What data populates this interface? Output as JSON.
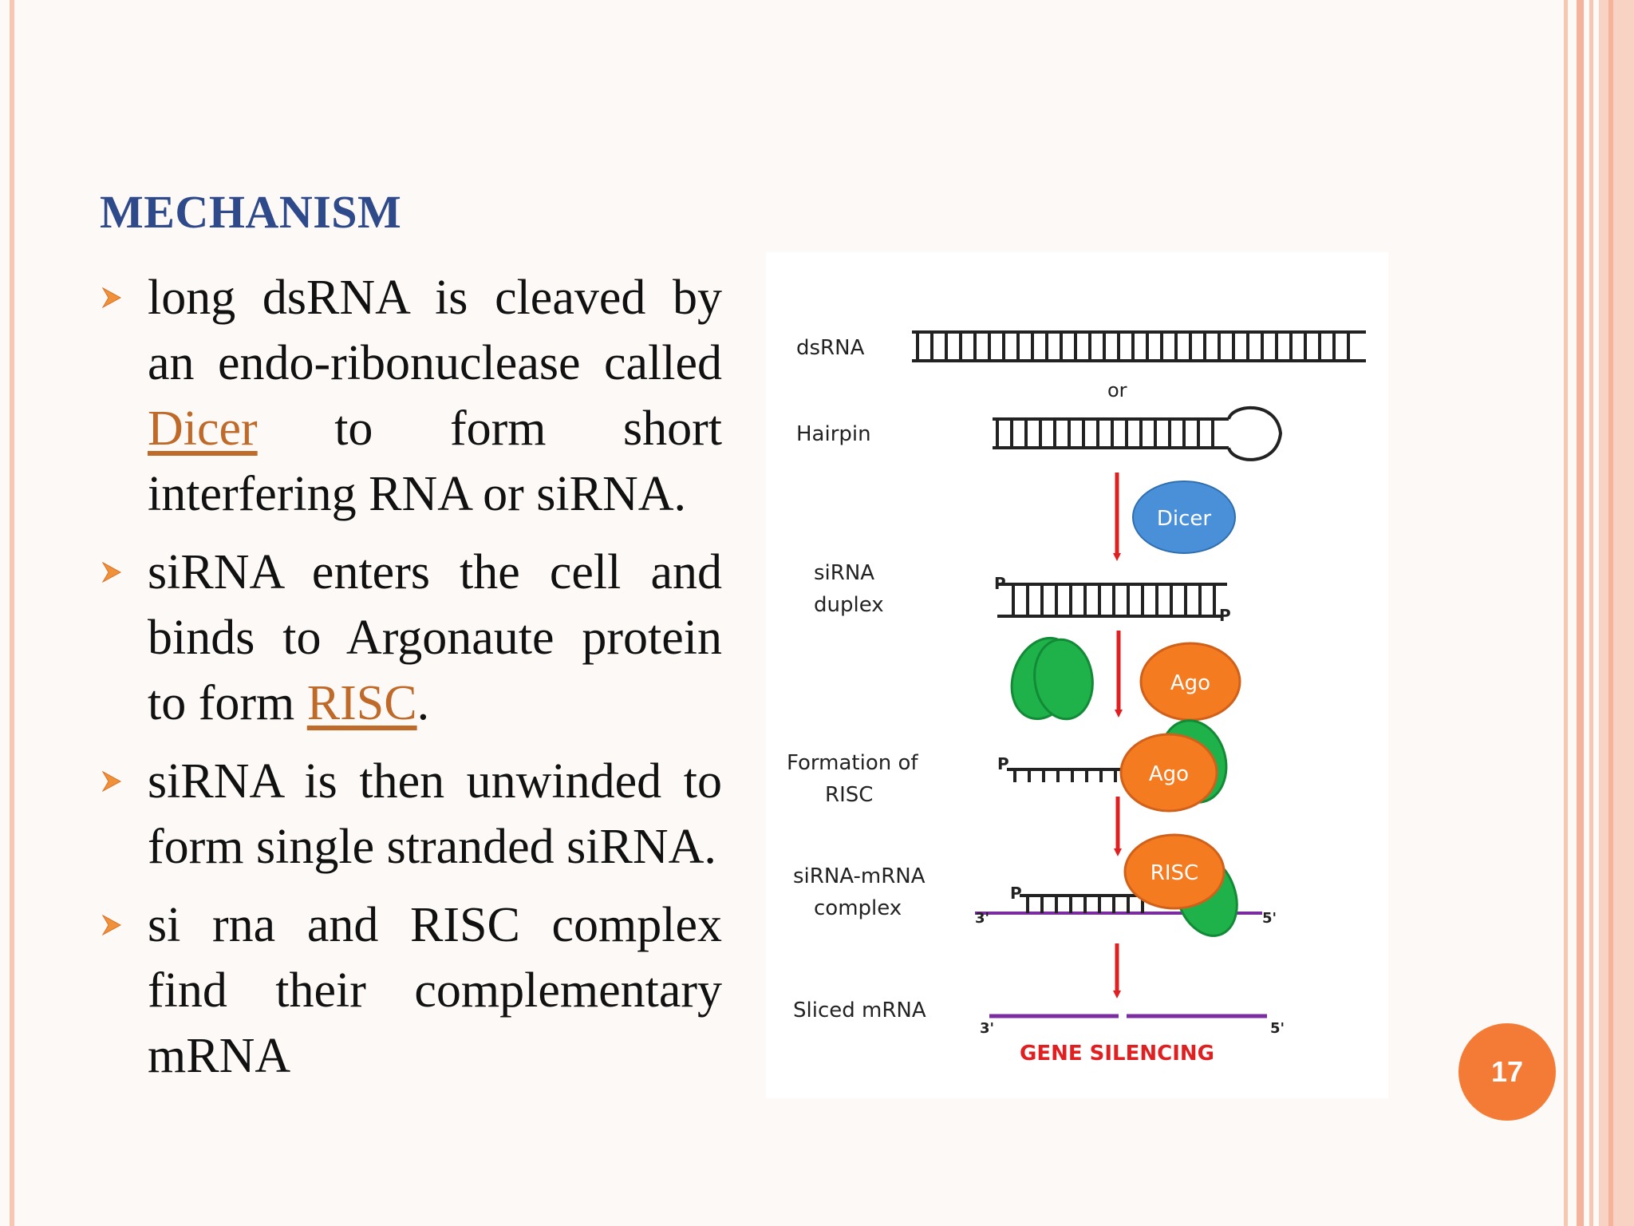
{
  "slide": {
    "title": "MECHANISM",
    "page_number": "17"
  },
  "bullets": [
    {
      "before": "long dsRNA is cleaved by an endo-ribonuclease called ",
      "link": "Dicer",
      "after": " to form short interfering RNA or siRNA."
    },
    {
      "before": "siRNA enters the cell and binds to Argonaute protein to form ",
      "link": "RISC",
      "after": "."
    },
    {
      "before": "siRNA is then unwinded to form single stranded siRNA.",
      "link": "",
      "after": ""
    },
    {
      "before": " si rna and RISC complex find their complementary mRNA",
      "link": "",
      "after": ""
    }
  ],
  "diagram": {
    "labels": {
      "dsrna": "dsRNA",
      "or": "or",
      "hairpin": "Hairpin",
      "sirna": "siRNA",
      "duplex": "duplex",
      "formation_1": "Formation of",
      "formation_2": "RISC",
      "complex_1": "siRNA-mRNA",
      "complex_2": "complex",
      "sliced": "Sliced mRNA",
      "gene_silencing": "GENE SILENCING"
    },
    "proteins": {
      "dicer": "Dicer",
      "ago": "Ago",
      "risc": "RISC"
    },
    "ends": {
      "p": "P",
      "three_prime": "3'",
      "five_prime": "5'"
    }
  },
  "colors": {
    "title": "#2e4a8a",
    "link": "#c06a2a",
    "bullet_arrow": "#f0913a",
    "dicer": "#4a90d9",
    "ago": "#f47b20",
    "protein_green": "#1fb24a",
    "arrow_red": "#e02020",
    "mrna_purple": "#7b2da0",
    "page_badge": "#f47b35"
  },
  "icons": [
    "bullet-arrow-icon",
    "down-arrow-icon"
  ]
}
